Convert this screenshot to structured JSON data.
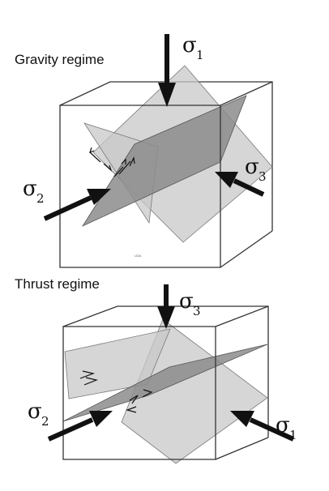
{
  "panels": [
    {
      "title": "Gravity regime",
      "stresses": [
        {
          "symbol": "σ",
          "subscript": "1"
        },
        {
          "symbol": "σ",
          "subscript": "2"
        },
        {
          "symbol": "σ",
          "subscript": "3"
        }
      ]
    },
    {
      "title": "Thrust regime",
      "stresses": [
        {
          "symbol": "σ",
          "subscript": "3"
        },
        {
          "symbol": "σ",
          "subscript": "2"
        },
        {
          "symbol": "σ",
          "subscript": "1"
        }
      ]
    }
  ],
  "watermark": "UDA"
}
